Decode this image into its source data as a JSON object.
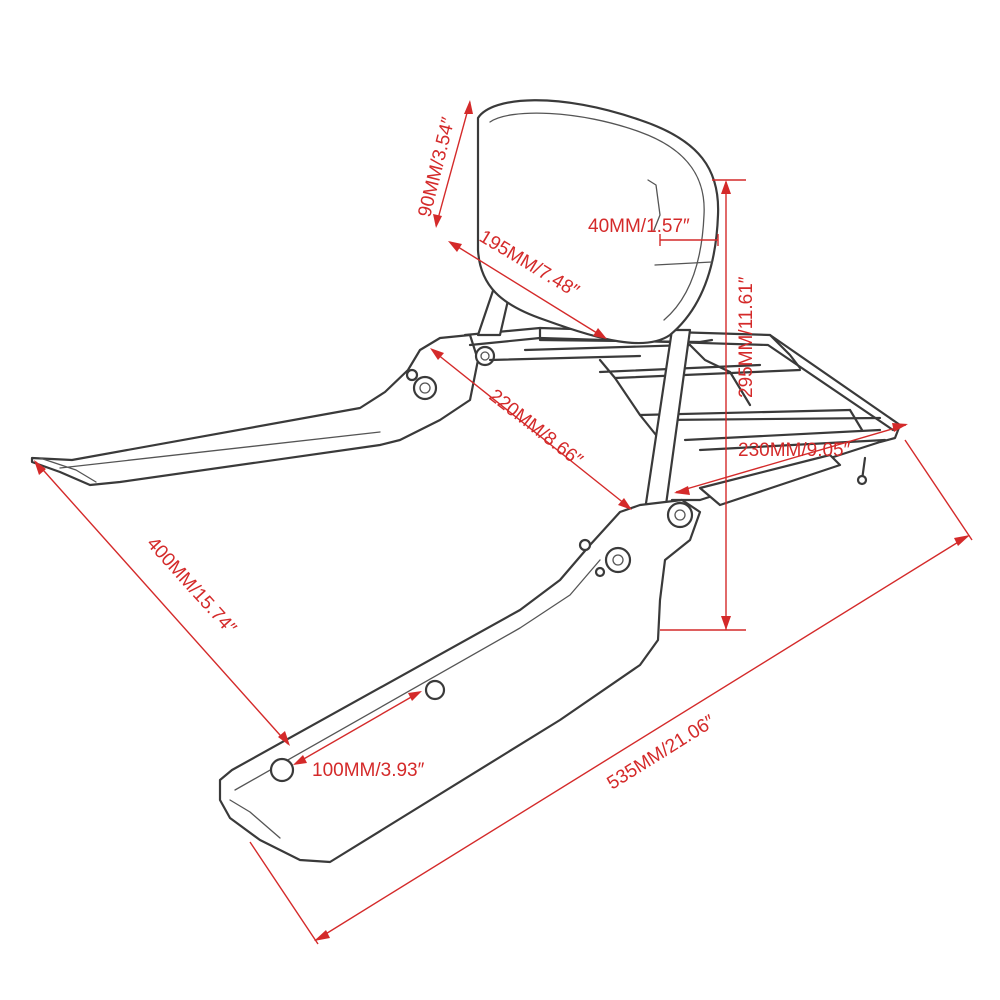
{
  "dimensions": {
    "backrest_height": "90MM/3.54″",
    "pad_thickness": "40MM/1.57″",
    "pad_width": "195MM/7.48″",
    "total_height": "295MM/11.61″",
    "rack_length": "220MM/8.66″",
    "rack_width": "230MM/9.05″",
    "side_plate_length": "400MM/15.74″",
    "hole_spacing": "100MM/3.93″",
    "overall_length": "535MM/21.06″"
  },
  "colors": {
    "dimension": "#d42a2a",
    "outline": "#3a3a3a"
  }
}
